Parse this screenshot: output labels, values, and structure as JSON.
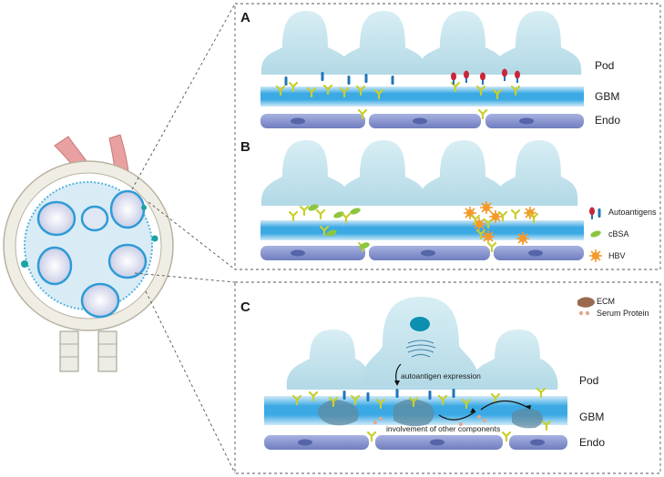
{
  "panels": {
    "a": {
      "letter": "A",
      "pod": "Pod",
      "gbm": "GBM",
      "endo": "Endo"
    },
    "b": {
      "letter": "B"
    },
    "c": {
      "letter": "C",
      "pod": "Pod",
      "gbm": "GBM",
      "endo": "Endo",
      "autoantigen_note": "autoantigen expression",
      "components_note": "involvement of other components"
    }
  },
  "legend_b": {
    "autoantigens": "Autoantigens",
    "cbsa": "cBSA",
    "hbv": "HBV"
  },
  "legend_c": {
    "ecm": "ECM",
    "serum": "Serum Protein"
  },
  "colors": {
    "podocyte": "#bfe0ea",
    "gbm": "#39a9e3",
    "endo": "#7f8cc9",
    "antibody": "#c9cf2b",
    "autoantigen_red": "#c8263a",
    "autoantigen_blue": "#1f76b7",
    "cbsa": "#8cc63f",
    "hbv": "#f39a2b"
  },
  "icons": [
    "glomerulus-illustration",
    "antibody-icon",
    "autoantigen-icon",
    "cbsa-icon",
    "hbv-icon",
    "ecm-icon",
    "serum-protein-icon"
  ]
}
